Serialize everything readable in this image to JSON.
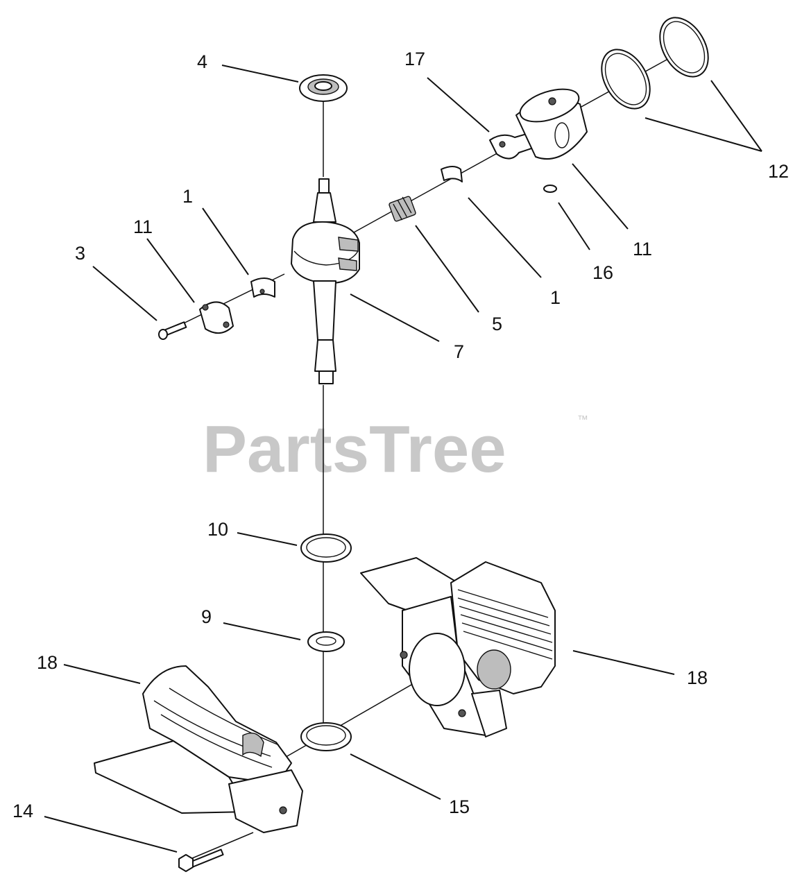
{
  "watermark": {
    "text": "PartsTree",
    "trademark": "™"
  },
  "callouts": {
    "c4": "4",
    "c17": "17",
    "c12": "12",
    "c1a": "1",
    "c11a": "11",
    "c3": "3",
    "c5": "5",
    "c1b": "1",
    "c16": "16",
    "c11b": "11",
    "c7": "7",
    "c10": "10",
    "c9": "9",
    "c18a": "18",
    "c18b": "18",
    "c15": "15",
    "c14": "14"
  }
}
